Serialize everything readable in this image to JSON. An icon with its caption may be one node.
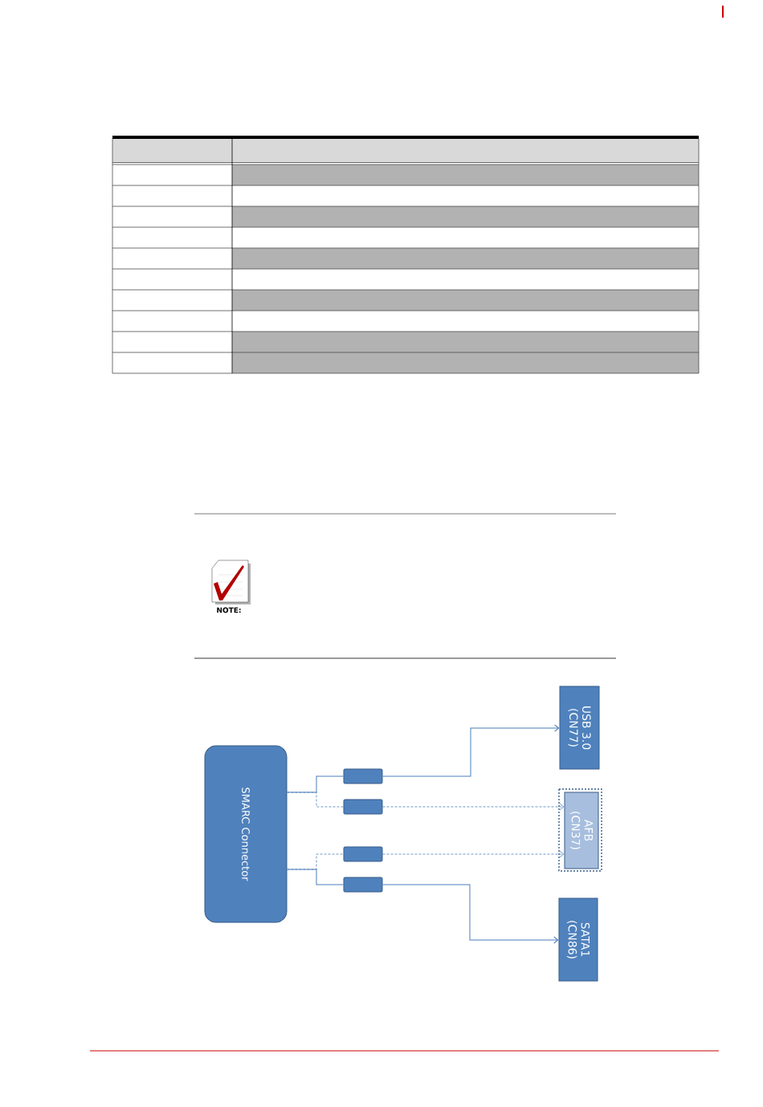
{
  "diagram": {
    "nodes": [
      {
        "text": [
          "SMARC Connector"
        ]
      },
      {
        "text": [
          "USB 3.0 (CN77)"
        ]
      },
      {
        "text": [
          "AFB (CN37)"
        ]
      },
      {
        "text": [
          "SATA1 (CN86)"
        ]
      },
      {
        "text": [],
        "shape": "box"
      },
      {
        "text": [],
        "shape": "box"
      },
      {
        "text": [],
        "shape": "box"
      },
      {
        "text": [],
        "shape": "box"
      }
    ],
    "edges": [
      {
        "from": 0,
        "to": 4,
        "arrow": "none"
      },
      {
        "from": 0,
        "to": 5,
        "arrow": "none",
        "style": "dashed"
      },
      {
        "from": 4,
        "to": 1,
        "arrow": "to"
      },
      {
        "from": 5,
        "to": 2,
        "arrow": "to",
        "style": "dashed"
      },
      {
        "from": 0,
        "to": 6,
        "arrow": "none",
        "style": "dashed"
      },
      {
        "from": 0,
        "to": 7,
        "arrow": "none"
      },
      {
        "from": 6,
        "to": 2,
        "arrow": "to",
        "style": "dashed"
      },
      {
        "from": 7,
        "to": 3,
        "arrow": "to"
      }
    ],
    "labels": [
      "NOTE:"
    ]
  }
}
